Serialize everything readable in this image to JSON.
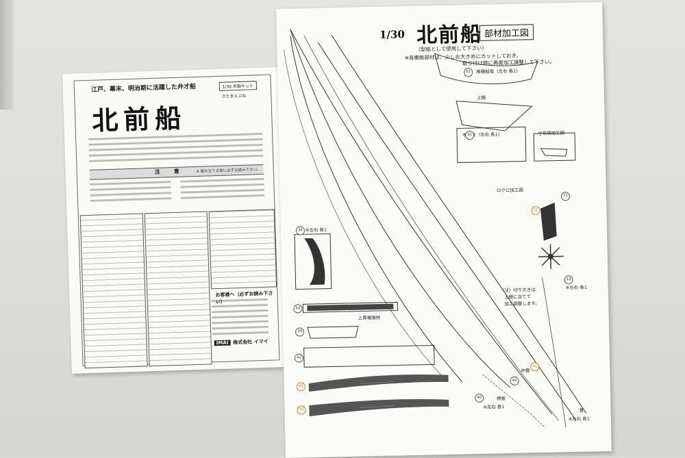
{
  "left_sheet": {
    "subtitle": "江戸、幕末、明治期に活躍した弁才船",
    "kit_tag": "1/30 木製キット",
    "reading": "きたまえぶね",
    "title": "北前船",
    "caution_title": "注　意",
    "caution_note": "※ 組み立てる前に必ずお読み下さい。",
    "ask_title": "お客様へ（必ずお読み下さい）",
    "maker_logo": "IMAI",
    "maker": "株式会社 イマイ"
  },
  "right_sheet": {
    "scale": "1/30",
    "title": "北前船",
    "title_box": "部材加工図",
    "note_1": "（型紙として使用して下さい）",
    "note_2": "※各棚板部材は、少しお大きめにカットしておき、",
    "note_3": "取り付け時に再度加工調整して下さい。",
    "label_kamidana": "上棚",
    "label_chudana": "中棚後（左右 各1）",
    "label_sunbukuro": "寸布袋加工図",
    "label_rokuro": "ロクロ加工図",
    "label_cut_1": "（注）切り欠きは",
    "label_cut_2": "上棚に当てて",
    "label_cut_3": "加工調整します。",
    "label_kamidana_lr": "※左右 各1",
    "label_uenuki": "上貫補強材",
    "label_44": "※左右 各1",
    "label_chudana2": "中棚",
    "label_nebo": "根板",
    "label_nebo_lr": "※左右 各1",
    "label_nuki": "貫",
    "label_nuki_lr": "※左右 各1",
    "label_61": "根棚船尾（左右 各1）",
    "part_numbers": [
      "61",
      "41",
      "40",
      "42",
      "43",
      "44",
      "64",
      "39",
      "42",
      "49",
      "50",
      "51",
      "71",
      "41"
    ]
  },
  "colors": {
    "background": "#dcdcd8",
    "paper": "#fbfbf8",
    "ink": "#222222",
    "accent_orange": "#d9822b"
  }
}
